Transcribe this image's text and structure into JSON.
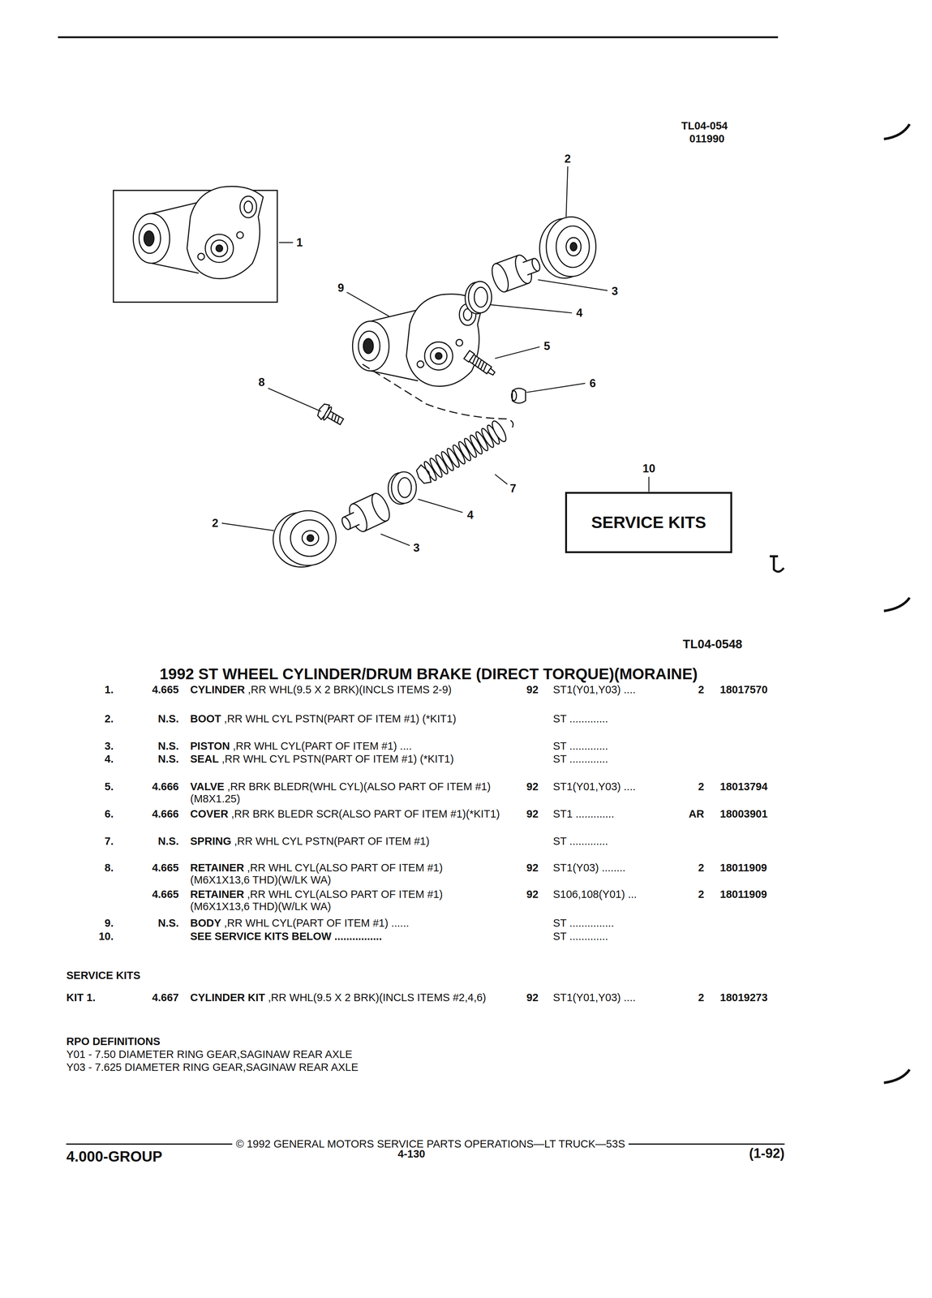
{
  "diagram": {
    "title": "1992 ST WHEEL CYLINDER/DRUM BRAKE (DIRECT TORQUE)(MORAINE)",
    "nodes": [
      {
        "text": [
          "SERVICE KITS"
        ]
      }
    ],
    "labels": [
      "TL04-054",
      "011990",
      "2",
      "1",
      "9",
      "3",
      "4",
      "5",
      "6",
      "8",
      "10",
      "7",
      "4",
      "2",
      "3",
      "TL04-0548",
      "1.",
      "4.665",
      "CYLINDER ,RR WHL(9.5 X 2 BRK)(INCLS ITEMS 2-9)",
      "92",
      "ST1(Y01,Y03) ....",
      "2",
      "18017570",
      "2.",
      "N.S.",
      "BOOT ,RR WHL CYL PSTN(PART OF ITEM #1) (*KIT1)",
      "ST .............",
      "3.",
      "N.S.",
      "PISTON ,RR WHL CYL(PART OF ITEM #1) ....",
      "ST .............",
      "4.",
      "N.S.",
      "SEAL ,RR WHL CYL PSTN(PART OF ITEM #1) (*KIT1)",
      "ST .............",
      "5.",
      "4.666",
      "VALVE ,RR BRK BLEDR(WHL CYL)(ALSO PART OF ITEM #1)(M8X1.25)",
      "92",
      "ST1(Y01,Y03) ....",
      "2",
      "18013794",
      "6.",
      "4.666",
      "COVER ,RR BRK BLEDR SCR(ALSO PART OF ITEM #1)(*KIT1)",
      "92",
      "ST1 .............",
      "AR",
      "18003901",
      "7.",
      "N.S.",
      "SPRING ,RR WHL CYL PSTN(PART OF ITEM #1)",
      "ST .............",
      "8.",
      "4.665",
      "RETAINER ,RR WHL CYL(ALSO PART OF ITEM #1)(M6X1X13,6 THD)(W/LK WA)",
      "92",
      "ST1(Y03) ........",
      "2",
      "18011909",
      "4.665",
      "RETAINER ,RR WHL CYL(ALSO PART OF ITEM #1)(M6X1X13,6 THD)(W/LK WA)",
      "92",
      "S106,108(Y01) ...",
      "2",
      "18011909",
      "9.",
      "N.S.",
      "BODY ,RR WHL CYL(PART OF ITEM #1) ......",
      "ST ...............",
      "10.",
      "SEE SERVICE KITS BELOW ................",
      "ST .............",
      "SERVICE KITS",
      "KIT 1.",
      "4.667",
      "CYLINDER KIT ,RR WHL(9.5 X 2 BRK)(INCLS ITEMS #2,4,6)",
      "92",
      "ST1(Y01,Y03) ....",
      "2",
      "18019273",
      "RPO DEFINITIONS",
      "Y01 - 7.50 DIAMETER RING GEAR,SAGINAW REAR AXLE",
      "Y03 - 7.625 DIAMETER RING GEAR,SAGINAW REAR AXLE",
      "© 1992 GENERAL MOTORS SERVICE PARTS OPERATIONS—LT TRUCK—53S",
      "4.000-GROUP",
      "4-130",
      "(1-92)"
    ]
  }
}
